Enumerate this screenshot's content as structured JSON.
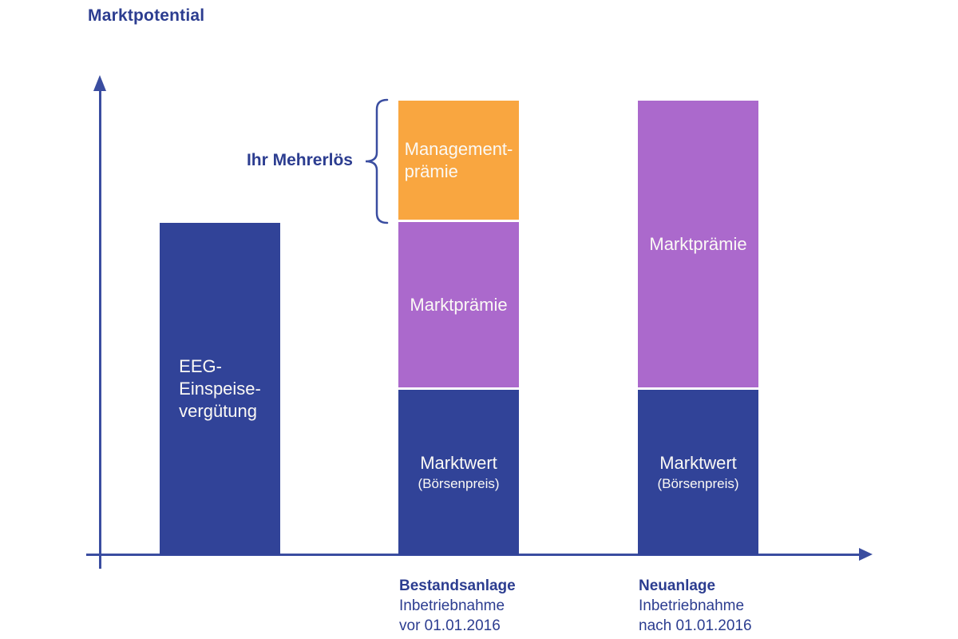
{
  "page": {
    "title": "Marktpotential"
  },
  "colors": {
    "bar_blue": "#314398",
    "purple": "#ab69cc",
    "orange": "#f9a640",
    "axis_blue": "#3a4da0",
    "text_blue": "#2c3d90",
    "label_white": "#fbf9f5"
  },
  "annotation": {
    "label": "Ihr Mehrerlös",
    "points_to": "Managementprämie segment"
  },
  "bars": {
    "bar1": {
      "segments": {
        "eeg": {
          "label": "EEG-\nEinspeise-\nvergütung"
        }
      }
    },
    "bar2": {
      "axis_label": {
        "title": "Bestandsanlage",
        "line2": "Inbetriebnahme",
        "line3": "vor 01.01.2016"
      },
      "segments": {
        "management": {
          "label": "Management-\nprämie"
        },
        "marktpraemie": {
          "label": "Marktprämie"
        },
        "marktwert": {
          "label": "Marktwert",
          "sublabel": "(Börsenpreis)"
        }
      }
    },
    "bar3": {
      "axis_label": {
        "title": "Neuanlage",
        "line2": "Inbetriebnahme",
        "line3": "nach 01.01.2016"
      },
      "segments": {
        "marktpraemie": {
          "label": "Marktprämie"
        },
        "marktwert": {
          "label": "Marktwert",
          "sublabel": "(Börsenpreis)"
        }
      }
    }
  },
  "chart_data": {
    "type": "bar",
    "stacked": true,
    "title": "Marktpotential",
    "xlabel": "",
    "ylabel": "",
    "grid": false,
    "axes": {
      "x_arrow": true,
      "y_arrow": true,
      "numeric_ticks": false
    },
    "values_unit": "relative height (no numeric axis shown; tallest bar = 100)",
    "categories": [
      "EEG-Einspeisevergütung",
      "Bestandsanlage — Inbetriebnahme vor 01.01.2016",
      "Neuanlage — Inbetriebnahme nach 01.01.2016"
    ],
    "series": [
      {
        "name": "EEG-Einspeisevergütung",
        "color": "#314398",
        "values": [
          73,
          0,
          0
        ]
      },
      {
        "name": "Marktwert (Börsenpreis)",
        "color": "#314398",
        "values": [
          0,
          36,
          36
        ]
      },
      {
        "name": "Marktprämie",
        "color": "#ab69cc",
        "values": [
          0,
          36,
          63
        ]
      },
      {
        "name": "Managementprämie",
        "color": "#f9a640",
        "values": [
          0,
          26,
          0
        ]
      }
    ],
    "annotations": [
      {
        "text": "Ihr Mehrerlös",
        "target": "Managementprämie segment of Bestandsanlage bar",
        "style": "curly brace"
      }
    ]
  }
}
